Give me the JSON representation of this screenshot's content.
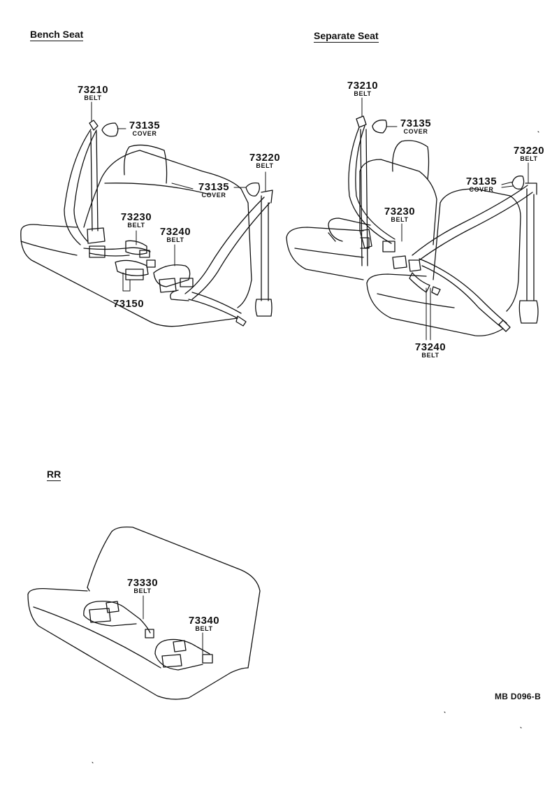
{
  "sections": {
    "bench": "Bench Seat",
    "separate": "Separate Seat",
    "rear": "RR"
  },
  "bench": {
    "p73210": {
      "part": "73210",
      "name": "BELT"
    },
    "p73135a": {
      "part": "73135",
      "name": "COVER"
    },
    "p73135b": {
      "part": "73135",
      "name": "COVER"
    },
    "p73220": {
      "part": "73220",
      "name": "BELT"
    },
    "p73230": {
      "part": "73230",
      "name": "BELT"
    },
    "p73240": {
      "part": "73240",
      "name": "BELT"
    },
    "p73150": {
      "part": "73150"
    }
  },
  "separate": {
    "p73210": {
      "part": "73210",
      "name": "BELT"
    },
    "p73135a": {
      "part": "73135",
      "name": "COVER"
    },
    "p73220": {
      "part": "73220",
      "name": "BELT"
    },
    "p73135b": {
      "part": "73135",
      "name": "COVER"
    },
    "p73230": {
      "part": "73230",
      "name": "BELT"
    },
    "p73240": {
      "part": "73240",
      "name": "BELT"
    }
  },
  "rear": {
    "p73330": {
      "part": "73330",
      "name": "BELT"
    },
    "p73340": {
      "part": "73340",
      "name": "BELT"
    }
  },
  "drawing_code": "MB D096-B"
}
